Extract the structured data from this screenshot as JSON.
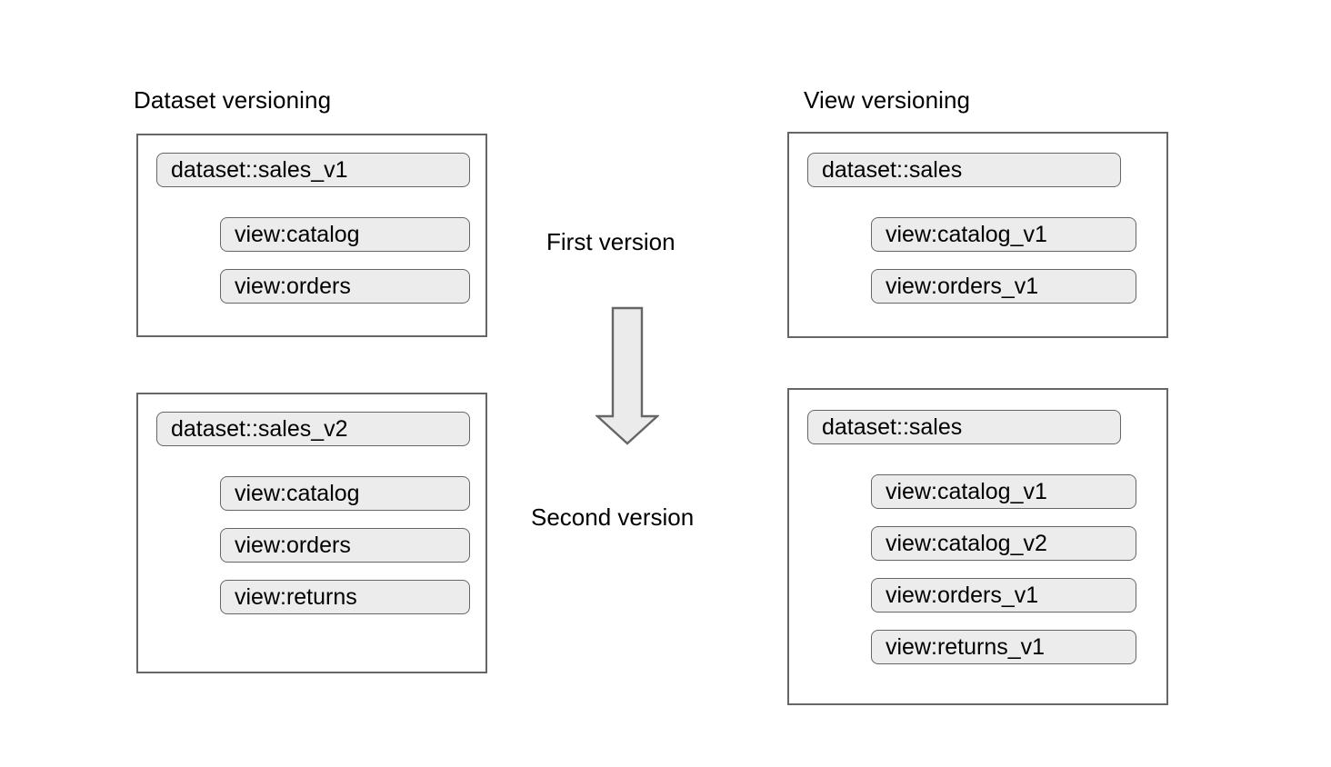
{
  "diagram": {
    "title": "Dataset versioning vs View versioning",
    "columns": [
      {
        "id": "dataset-versioning",
        "heading": "Dataset versioning",
        "groups": [
          {
            "id": "dataset-v1",
            "stage": "first-version",
            "dataset": "dataset::sales_v1",
            "views": [
              "view:catalog",
              "view:orders"
            ]
          },
          {
            "id": "dataset-v2",
            "stage": "second-version",
            "dataset": "dataset::sales_v2",
            "views": [
              "view:catalog",
              "view:orders",
              "view:returns"
            ]
          }
        ]
      },
      {
        "id": "view-versioning",
        "heading": "View versioning",
        "groups": [
          {
            "id": "view-v1",
            "stage": "first-version",
            "dataset": "dataset::sales",
            "views": [
              "view:catalog_v1",
              "view:orders_v1"
            ]
          },
          {
            "id": "view-v2",
            "stage": "second-version",
            "dataset": "dataset::sales",
            "views": [
              "view:catalog_v1",
              "view:catalog_v2",
              "view:orders_v1",
              "view:returns_v1"
            ]
          }
        ]
      }
    ],
    "centre": {
      "first_label": "First version",
      "second_label": "Second version",
      "arrow": "down-arrow"
    },
    "colors": {
      "pill_fill": "#ececec",
      "pill_border": "#666666",
      "box_border": "#666666",
      "arrow_fill": "#ebebeb",
      "arrow_border": "#666666",
      "background": "#ffffff",
      "text": "#000000"
    }
  }
}
